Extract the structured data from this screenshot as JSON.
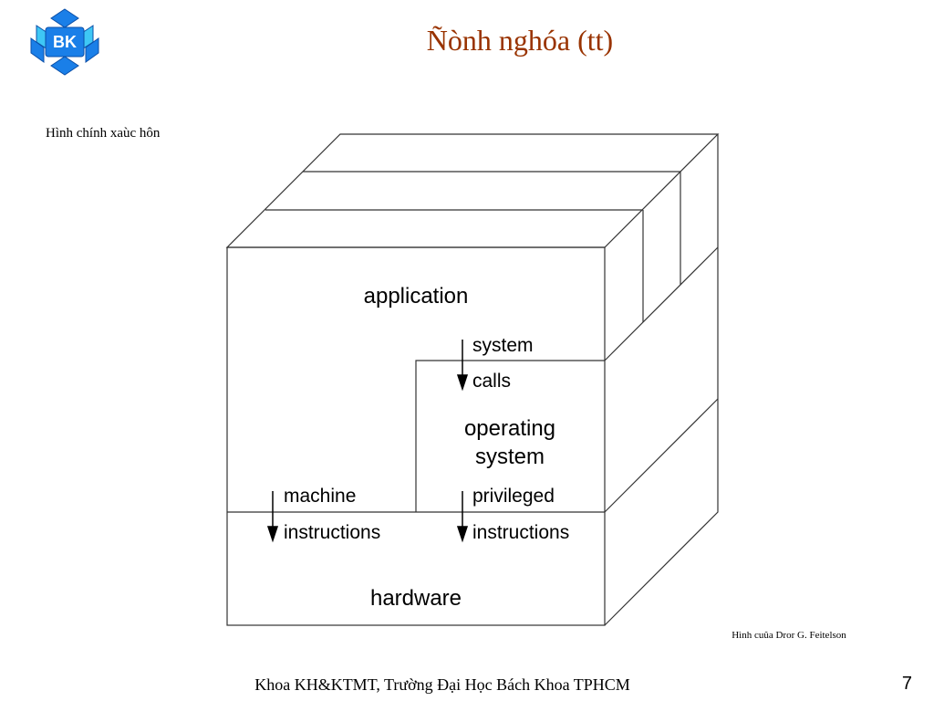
{
  "header": {
    "logo_text": "BK",
    "title": "Ñònh nghóa (tt)"
  },
  "subtitle": "Hình chính xaùc hôn",
  "diagram": {
    "labels": {
      "application": "application",
      "system_calls_line1": "system",
      "system_calls_line2": "calls",
      "operating_system_line1": "operating",
      "operating_system_line2": "system",
      "machine_instructions_line1": "machine",
      "machine_instructions_line2": "instructions",
      "privileged_instructions_line1": "privileged",
      "privileged_instructions_line2": "instructions",
      "hardware": "hardware"
    }
  },
  "credit": "Hình cuûa Dror G. Feitelson",
  "footer": {
    "text": "Khoa KH&KTMT, Trường Đại Học Bách Khoa TPHCM",
    "page_number": "7"
  },
  "colors": {
    "title": "#993300",
    "logo_blue": "#1a7fe8",
    "logo_cyan": "#3ec7f5",
    "line": "#333333"
  }
}
